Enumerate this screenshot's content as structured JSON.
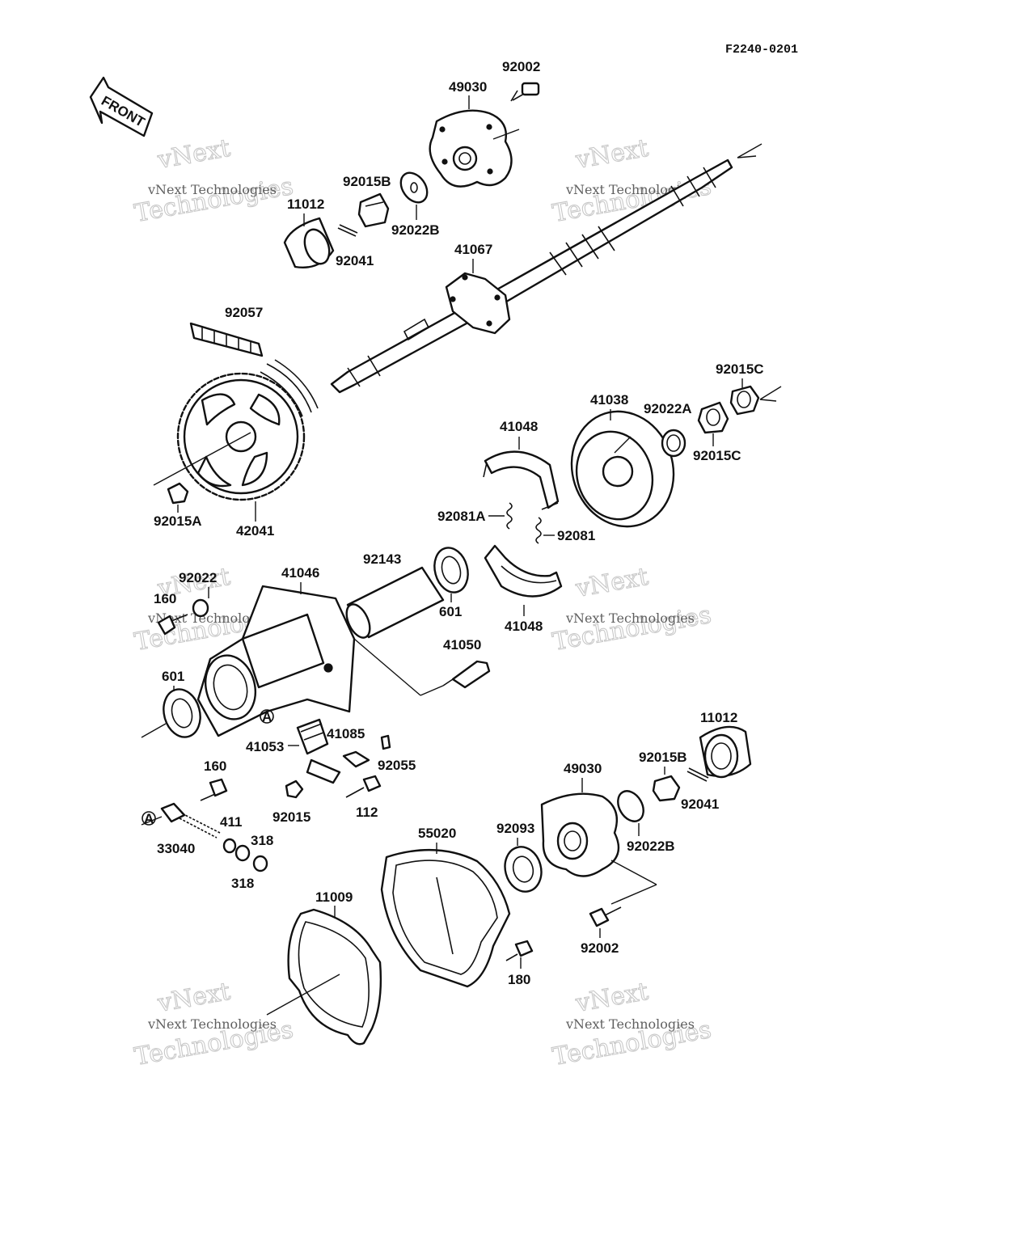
{
  "diagram_code": "F2240-0201",
  "front_label": "FRONT",
  "watermark": {
    "brand_short": "vNext",
    "brand_line": "vNext Technologies",
    "brand_big": "Technologies"
  },
  "parts": {
    "p92002_top": "92002",
    "p49030_top": "49030",
    "p92015B_top": "92015B",
    "p11012_top": "11012",
    "p92022B_top": "92022B",
    "p92041_top": "92041",
    "p41067": "41067",
    "p92057": "92057",
    "p42041": "42041",
    "p92015A": "92015A",
    "p92015C_top": "92015C",
    "p41038": "41038",
    "p92022A": "92022A",
    "p92015C_bot": "92015C",
    "p41048_top": "41048",
    "p92081A": "92081A",
    "p92081": "92081",
    "p92143": "92143",
    "p41046": "41046",
    "p92022": "92022",
    "p160_top": "160",
    "p601_mid": "601",
    "p41048_bot": "41048",
    "p41050": "41050",
    "p601_left": "601",
    "p41053": "41053",
    "p41085": "41085",
    "p92055": "92055",
    "p160_bot": "160",
    "p92015": "92015",
    "p112": "112",
    "p33040": "33040",
    "p411": "411",
    "p318_a": "318",
    "p318_b": "318",
    "p11012_bot": "11012",
    "p49030_bot": "49030",
    "p92015B_bot": "92015B",
    "p92041_bot": "92041",
    "p55020": "55020",
    "p92093": "92093",
    "p92022B_bot": "92022B",
    "p11009": "11009",
    "p92002_bot": "92002",
    "p180": "180"
  },
  "marker_a": "A"
}
